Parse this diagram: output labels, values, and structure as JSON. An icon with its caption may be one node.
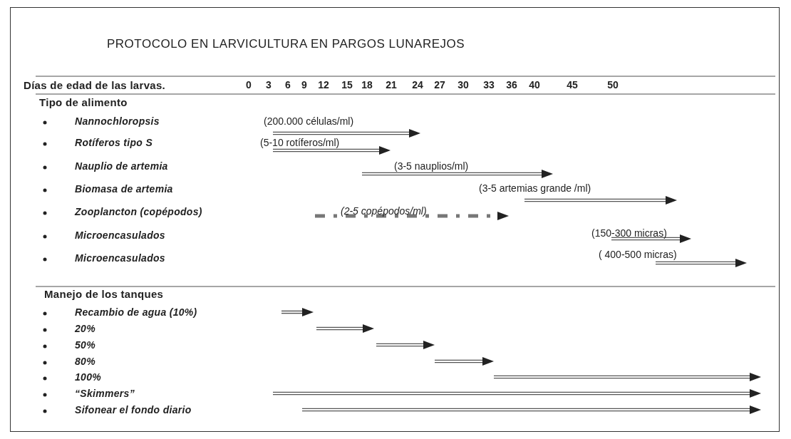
{
  "diagram": {
    "title": "PROTOCOLO EN LARVICULTURA EN PARGOS LUNAREJOS",
    "labels": [
      "Días de edad de las larvas.",
      "0",
      "3",
      "6",
      "9",
      "12",
      "15",
      "18",
      "21",
      "24",
      "27",
      "30",
      "33",
      "36",
      "40",
      "45",
      "50",
      "Tipo de alimento",
      "Nannochloropsis",
      "(200.000 células/ml)",
      "Rotíferos tipo S",
      "(5-10 rotíferos/ml)",
      "Nauplio de artemia",
      "(3-5 nauplios/ml)",
      "Biomasa de artemia",
      "(3-5 artemias grande /ml)",
      "Zooplancton (copépodos)",
      "(2-5 copépodos/ml)",
      "Microencasulados",
      "(150-300 micras)",
      "Microencasulados",
      "( 400-500 micras)",
      "Manejo de los tanques",
      "Recambio de agua (10%)",
      "20%",
      "50%",
      "80%",
      "100%",
      "“Skimmers”",
      "Sifonear el fondo diario"
    ]
  }
}
